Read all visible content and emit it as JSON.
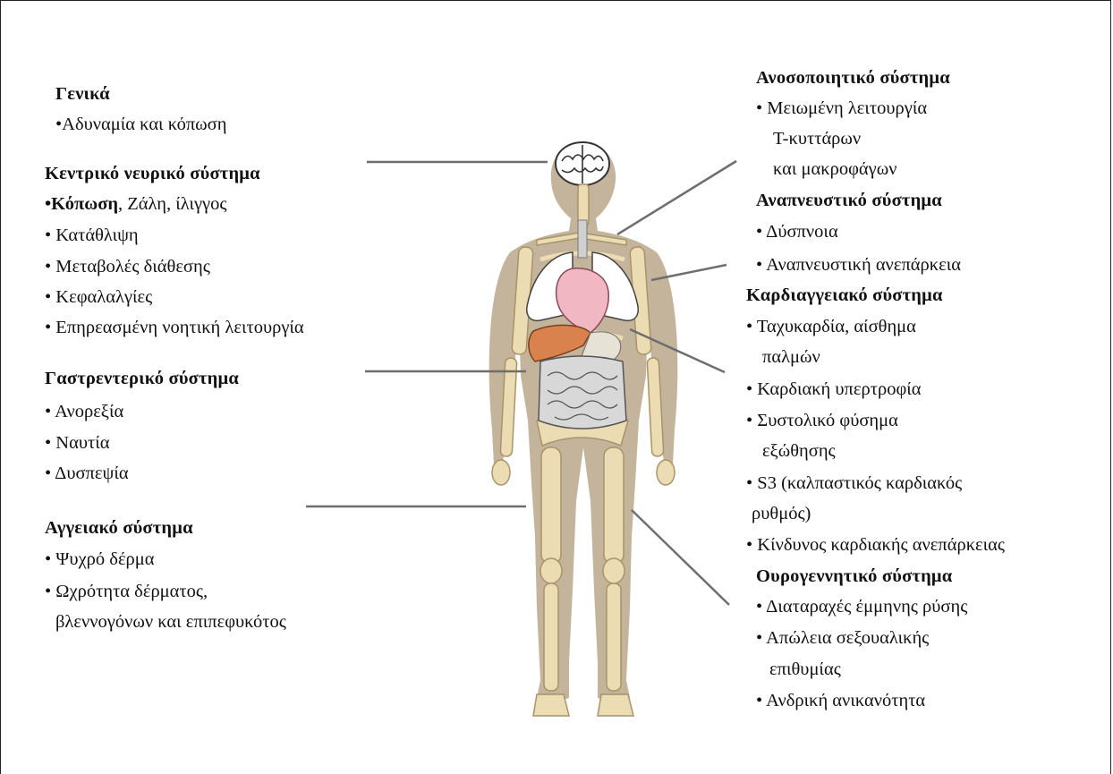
{
  "left_sections": [
    {
      "heading": "Γενικά",
      "items": [
        {
          "first_bold": "",
          "text": "•Αδυναμία και κόπωση"
        }
      ]
    },
    {
      "heading": "Κεντρικό νευρικό σύστημα",
      "items": [
        {
          "first_bold": "•Κόπωση",
          "text": ", Ζάλη, ίλιγγος"
        },
        {
          "first_bold": "",
          "text": "• Κατάθλιψη"
        },
        {
          "first_bold": "",
          "text": "• Μεταβολές διάθεσης"
        },
        {
          "first_bold": "",
          "text": "• Κεφαλαλγίες"
        },
        {
          "first_bold": "",
          "text": "• Επηρεασμένη νοητική λειτουργία"
        }
      ]
    },
    {
      "heading": "Γαστρεντερικό σύστημα",
      "items": [
        {
          "first_bold": "",
          "text": "• Ανορεξία"
        },
        {
          "first_bold": "",
          "text": "• Ναυτία"
        },
        {
          "first_bold": "",
          "text": "• Δυσπεψία"
        }
      ]
    },
    {
      "heading": "Αγγειακό σύστημα",
      "items": [
        {
          "first_bold": "",
          "text": "• Ψυχρό δέρμα"
        },
        {
          "first_bold": "",
          "text": "• Ωχρότητα δέρματος,"
        },
        {
          "first_bold": "",
          "text": "βλεννογόνων και επιπεφυκότος"
        }
      ]
    }
  ],
  "right_sections": [
    {
      "heading": "Ανοσοποιητικό σύστημα",
      "items": [
        "• Μειωμένη λειτουργία",
        "Τ-κυττάρων",
        "και μακροφάγων"
      ]
    },
    {
      "heading": "Αναπνευστικό σύστημα",
      "items": [
        "• Δύσπνοια",
        "• Αναπνευστική ανεπάρκεια"
      ]
    },
    {
      "heading": "Καρδιαγγειακό σύστημα",
      "items": [
        "• Ταχυκαρδία, αίσθημα",
        "παλμών",
        "• Καρδιακή υπερτροφία",
        "• Συστολικό φύσημα",
        "εξώθησης",
        "• S3 (καλπαστικός καρδιακός",
        "ρυθμός)",
        "• Κίνδυνος καρδιακής ανεπάρκειας"
      ]
    },
    {
      "heading": "Ουρογεννητικό σύστημα",
      "items": [
        "• Διαταραχές έμμηνης ρύσης",
        "• Απώλεια σεξουαλικής",
        "επιθυμίας",
        "• Ανδρική ανικανότητα"
      ]
    }
  ],
  "colors": {
    "silhouette": "#c4b49c",
    "bone": "#ecdcb4",
    "bone_stroke": "#a89468",
    "lung": "#ffffff",
    "heart": "#f1b8c4",
    "liver": "#d9824e",
    "intestine": "#d8d8d8",
    "leader_line": "#6e6e6e"
  },
  "icons": [
    "human-body-figure",
    "brain-icon"
  ]
}
